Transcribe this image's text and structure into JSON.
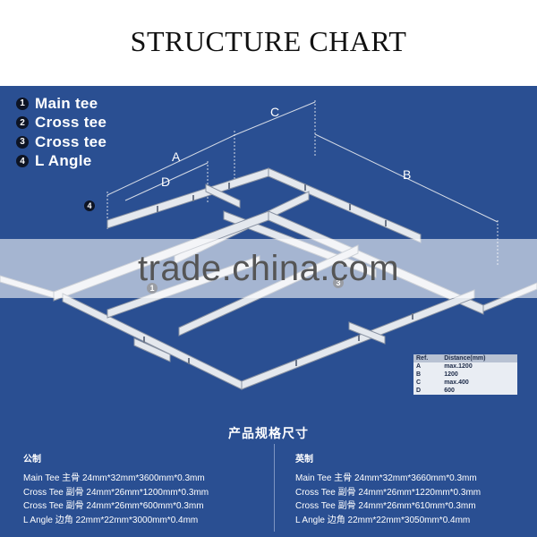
{
  "title": "STRUCTURE CHART",
  "legend": [
    {
      "num": "1",
      "label": "Main tee"
    },
    {
      "num": "2",
      "label": "Cross tee"
    },
    {
      "num": "3",
      "label": "Cross tee"
    },
    {
      "num": "4",
      "label": "L Angle"
    }
  ],
  "diagram_labels": {
    "a": "A",
    "b": "B",
    "c": "C",
    "d": "D",
    "marker1": "1",
    "marker3": "3",
    "marker4": "4"
  },
  "distance_table": {
    "headers": [
      "Ref.",
      "Distance(mm)"
    ],
    "rows": [
      {
        "ref": "A",
        "value": "max.1200"
      },
      {
        "ref": "B",
        "value": "1200"
      },
      {
        "ref": "C",
        "value": "max.400"
      },
      {
        "ref": "D",
        "value": "600"
      }
    ]
  },
  "section_title": "产品规格尺寸",
  "specs_left": {
    "heading": "公制",
    "lines": [
      "Main Tee 主骨 24mm*32mm*3600mm*0.3mm",
      "Cross Tee 副骨 24mm*26mm*1200mm*0.3mm",
      "Cross Tee 副骨 24mm*26mm*600mm*0.3mm",
      "L Angle   边角 22mm*22mm*3000mm*0.4mm"
    ]
  },
  "specs_right": {
    "heading": "英制",
    "lines": [
      "Main Tee  主骨 24mm*32mm*3660mm*0.3mm",
      "Cross Tee 副骨 24mm*26mm*1220mm*0.3mm",
      "Cross Tee 副骨 24mm*26mm*610mm*0.3mm",
      "L Angle   边角 22mm*22mm*3050mm*0.4mm"
    ]
  },
  "watermark": "trade.china.com",
  "colors": {
    "panel": "#2a4f92",
    "rail": "#e4e8ee",
    "rail_edge": "#8a93a3"
  }
}
